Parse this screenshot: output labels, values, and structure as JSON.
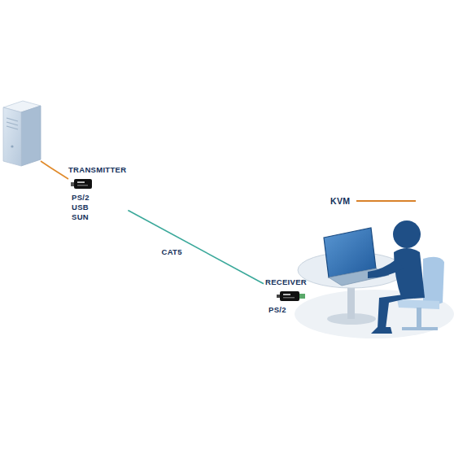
{
  "diagram": {
    "nodes": [
      {
        "text": [
          "TRANSMITTER",
          "PS/2 USB SUN"
        ]
      },
      {
        "text": [
          "RECEIVER",
          "PS/2"
        ]
      }
    ],
    "edges": [
      {
        "from": 0,
        "to": 1,
        "arrow": "none",
        "label": "CAT5"
      }
    ],
    "labels": [
      "KVM"
    ]
  }
}
